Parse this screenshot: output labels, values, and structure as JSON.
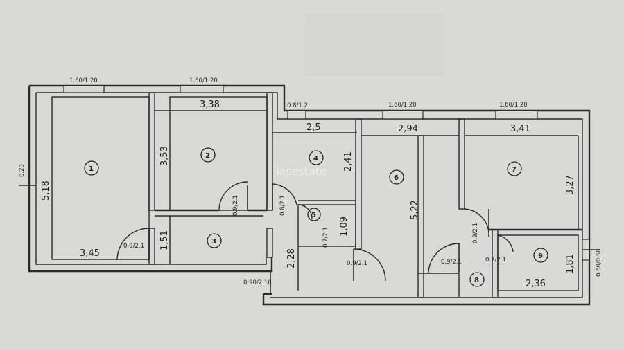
{
  "watermark": "lasestate",
  "windows": {
    "w1": "1.60/1.20",
    "w2": "1.60/1.20",
    "w3": "0.8/1.2",
    "w4": "1.60/1.20",
    "w5": "1.60/1.20",
    "side_left": "0.20",
    "side_right": "0.60/0.50"
  },
  "dimensions": {
    "r1_height": "5,18",
    "r1_width": "3,45",
    "r2_width": "3,38",
    "r2_height": "3,53",
    "r3_height": "1,51",
    "r4_width": "2,5",
    "r4_height": "2,41",
    "r5_height": "1,09",
    "hall_height": "2,28",
    "r6_width": "2,94",
    "r6_height": "5,22",
    "r7_width": "3,41",
    "r7_height": "3,27",
    "r9_width": "2,36",
    "r9_height": "1,81"
  },
  "doors": {
    "d_r1": "0.9/2.1",
    "d_r2": "0.9/2.1",
    "d_r4": "0.8/2.1",
    "d_r5": "0.7/2.1",
    "d_entry": "0.9/2.1",
    "d_front": "0.90/2.10",
    "d_r7": "0.9/2.1",
    "d_r8": "0.9/2.1",
    "d_r9": "0.7/2.1"
  },
  "rooms": [
    "1",
    "2",
    "3",
    "4",
    "5",
    "6",
    "7",
    "8",
    "9"
  ]
}
